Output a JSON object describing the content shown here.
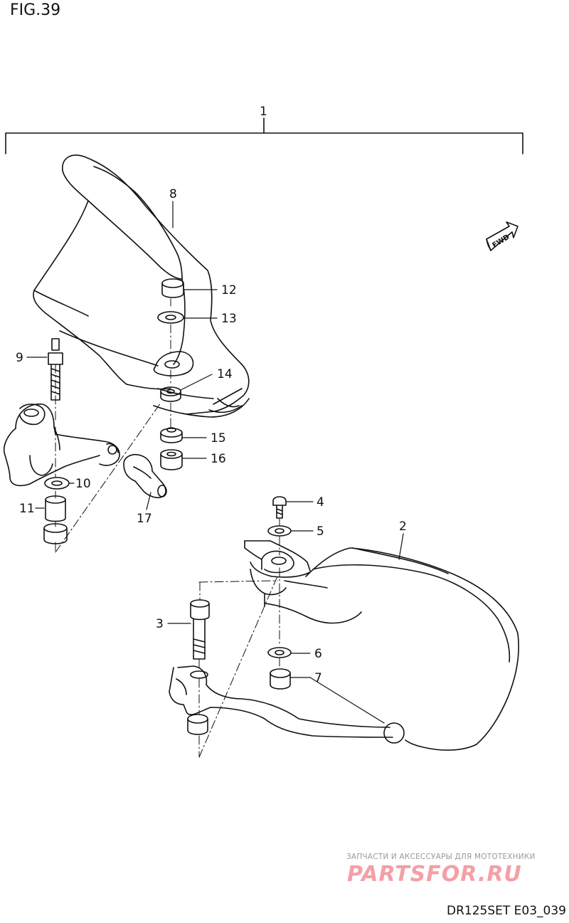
{
  "figure": {
    "title": "FIG.39",
    "ref_code": "DR125SET E03_039"
  },
  "forward_badge": {
    "label": "FWD"
  },
  "watermark": {
    "caption": "ЗАПЧАСТИ И АКСЕССУАРЫ ДЛЯ МОТОТЕХНИКИ",
    "logo": "PARTSFOR.RU"
  },
  "callouts": {
    "c1": "1",
    "c2": "2",
    "c3": "3",
    "c4": "4",
    "c5": "5",
    "c6": "6",
    "c7": "7",
    "c8": "8",
    "c9": "9",
    "c10": "10",
    "c11": "11",
    "c12": "12",
    "c13": "13",
    "c14": "14",
    "c15": "15",
    "c16": "16",
    "c17": "17"
  }
}
